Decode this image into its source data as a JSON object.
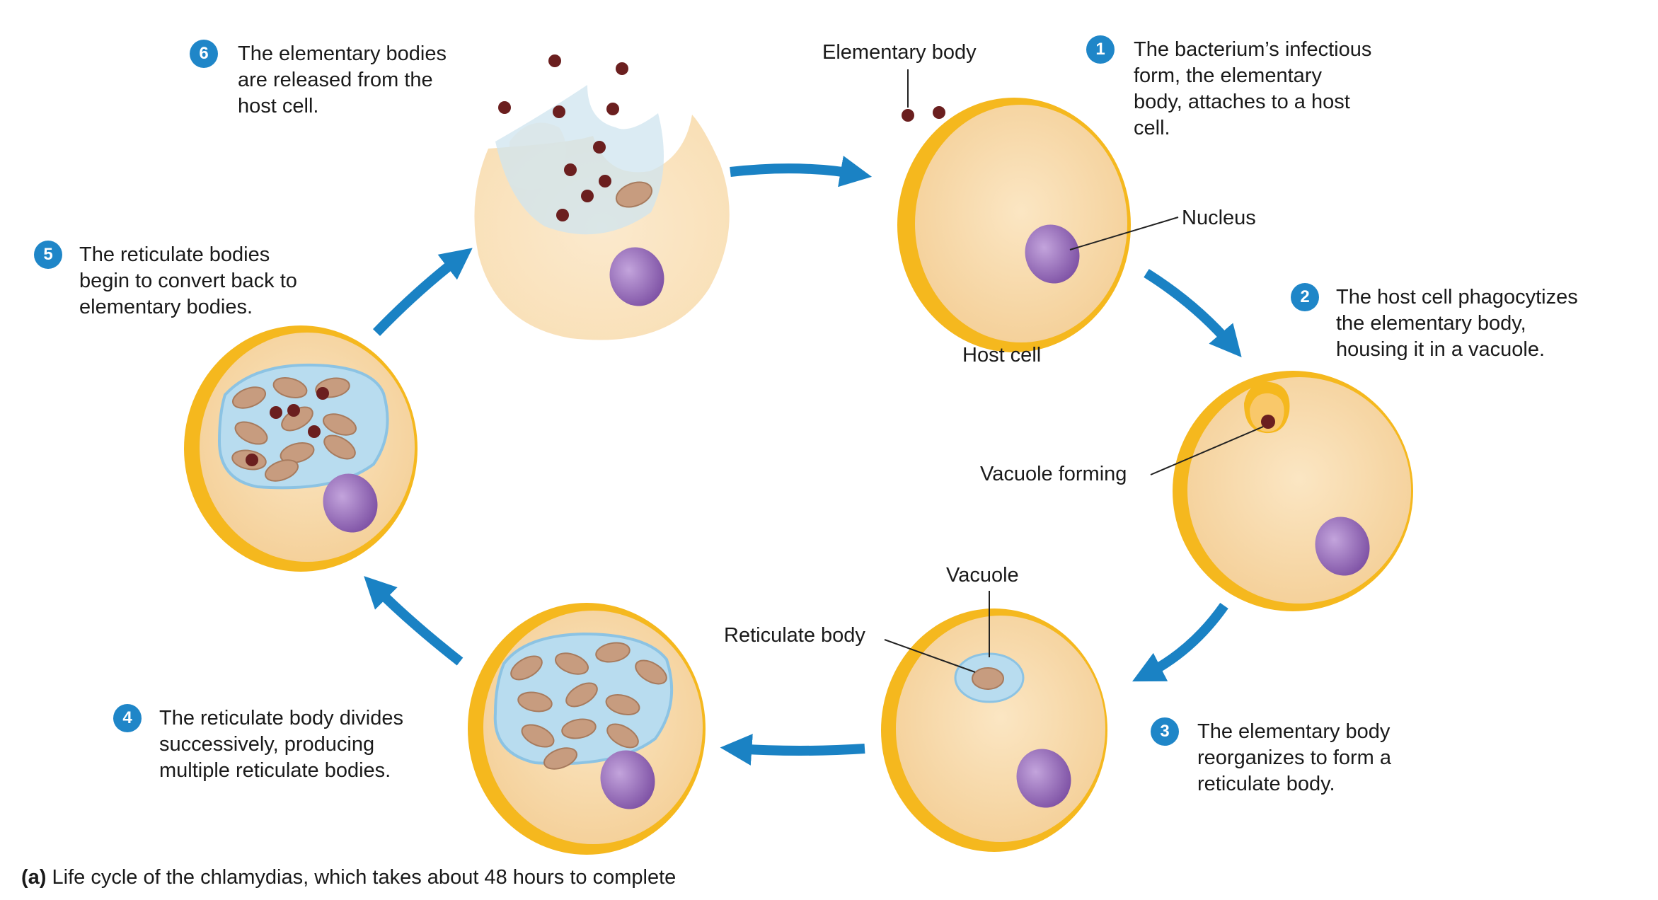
{
  "labels": {
    "elementary_body": "Elementary body",
    "nucleus": "Nucleus",
    "host_cell": "Host cell",
    "vacuole_forming": "Vacuole forming",
    "vacuole": "Vacuole",
    "reticulate_body": "Reticulate body"
  },
  "steps": [
    {
      "number": "1",
      "lines": [
        "The bacterium’s infectious",
        "form, the elementary",
        "body, attaches to a host",
        "cell."
      ]
    },
    {
      "number": "2",
      "lines": [
        "The host cell phagocytizes",
        "the elementary body,",
        "housing it in a vacuole."
      ]
    },
    {
      "number": "3",
      "lines": [
        "The elementary body",
        "reorganizes to form a",
        "reticulate body."
      ]
    },
    {
      "number": "4",
      "lines": [
        "The reticulate body divides",
        "successively, producing",
        "multiple reticulate bodies."
      ]
    },
    {
      "number": "5",
      "lines": [
        "The reticulate bodies",
        "begin to convert back to",
        "elementary bodies."
      ]
    },
    {
      "number": "6",
      "lines": [
        "The elementary bodies",
        "are released from the",
        "host cell."
      ]
    }
  ],
  "caption": {
    "prefix": "(a)",
    "text": " Life cycle of the chlamydias, which takes about 48 hours to complete"
  },
  "colors": {
    "arrow": "#1a82c4",
    "badge": "#1f86c8",
    "cell_fill": "#f7d8a8",
    "cell_rim": "#f5b81e",
    "nucleus": "#8f64b3",
    "vacuole": "#b8dcef",
    "elementary_body": "#6b1f1f",
    "reticulate_body": "#c79c7f"
  }
}
